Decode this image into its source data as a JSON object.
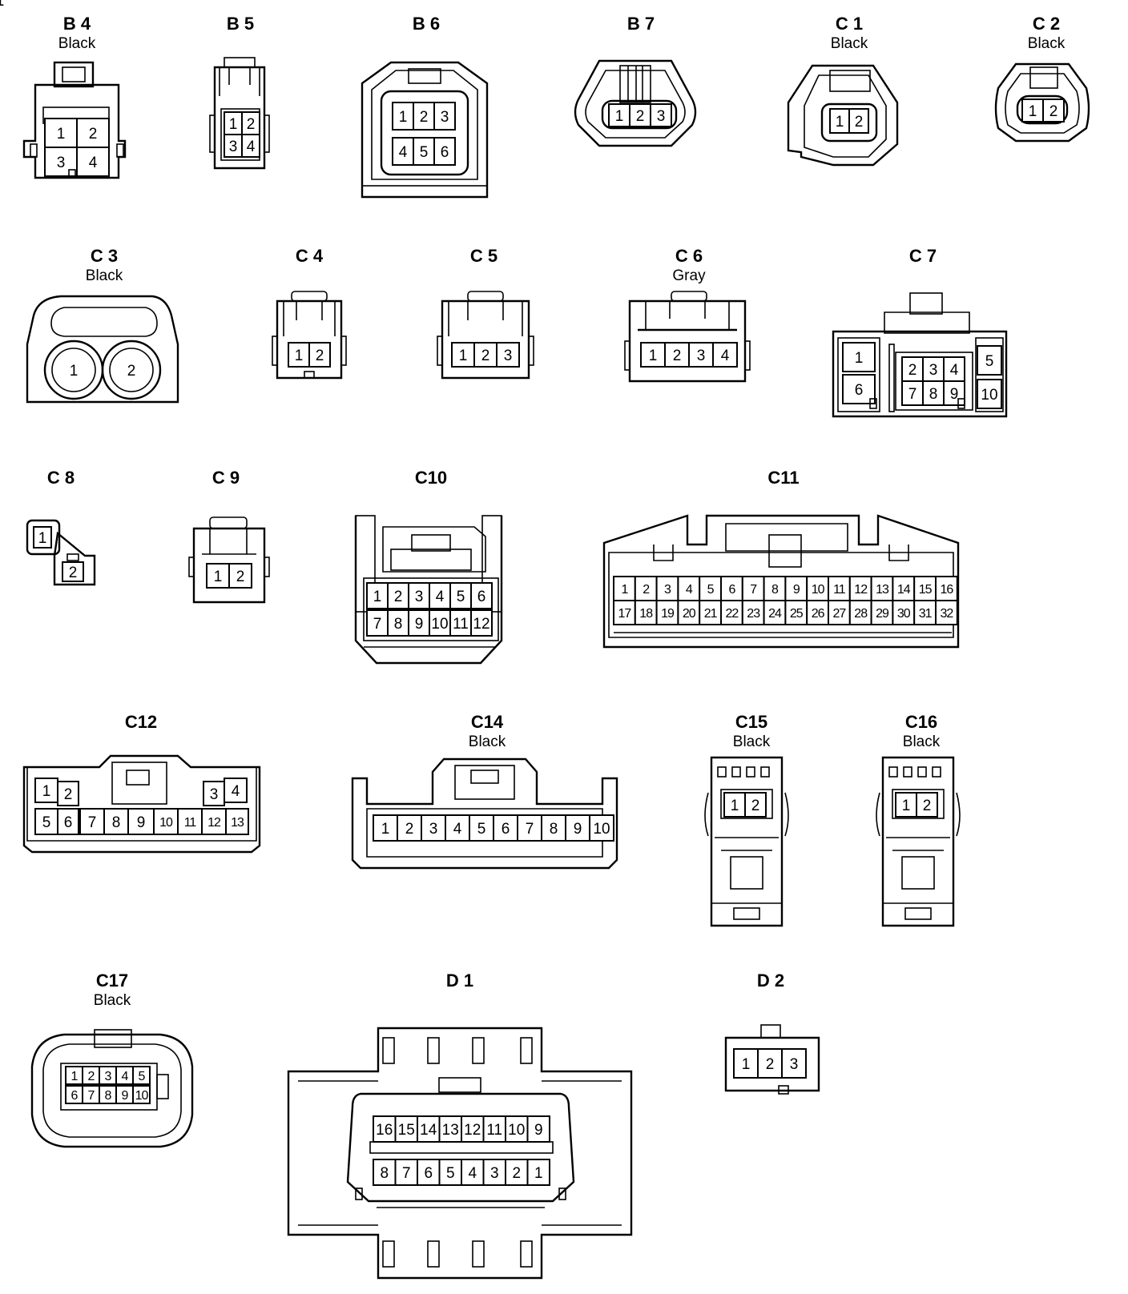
{
  "connectors": [
    {
      "id": "B 4",
      "color": "Black",
      "rows": [
        [
          "1",
          "2"
        ],
        [
          "3",
          "4"
        ]
      ]
    },
    {
      "id": "B 5",
      "color": "",
      "rows": [
        [
          "1",
          "2"
        ],
        [
          "3",
          "4"
        ]
      ]
    },
    {
      "id": "B 6",
      "color": "",
      "rows": [
        [
          "1",
          "2",
          "3"
        ],
        [
          "4",
          "5",
          "6"
        ]
      ]
    },
    {
      "id": "B 7",
      "color": "",
      "rows": [
        [
          "1",
          "2",
          "3"
        ]
      ]
    },
    {
      "id": "C 1",
      "color": "Black",
      "rows": [
        [
          "1",
          "2"
        ]
      ]
    },
    {
      "id": "C 2",
      "color": "Black",
      "rows": [
        [
          "1",
          "2"
        ]
      ]
    },
    {
      "id": "C 3",
      "color": "Black",
      "rows": [
        [
          "1",
          "2"
        ]
      ]
    },
    {
      "id": "C 4",
      "color": "",
      "rows": [
        [
          "1",
          "2"
        ]
      ]
    },
    {
      "id": "C 5",
      "color": "",
      "rows": [
        [
          "1",
          "2",
          "3"
        ]
      ]
    },
    {
      "id": "C 6",
      "color": "Gray",
      "rows": [
        [
          "1",
          "2",
          "3",
          "4"
        ]
      ]
    },
    {
      "id": "C 7",
      "color": "",
      "rows": [
        [
          "1",
          "2",
          "3",
          "4",
          "5"
        ],
        [
          "6",
          "7",
          "8",
          "9",
          "10"
        ]
      ]
    },
    {
      "id": "C 8",
      "color": "",
      "rows": [
        [
          "1",
          "2"
        ]
      ]
    },
    {
      "id": "C 9",
      "color": "",
      "rows": [
        [
          "1",
          "2"
        ]
      ]
    },
    {
      "id": "C10",
      "color": "",
      "rows": [
        [
          "1",
          "2",
          "3",
          "4",
          "5",
          "6"
        ],
        [
          "7",
          "8",
          "9",
          "10",
          "11",
          "12"
        ]
      ]
    },
    {
      "id": "C11",
      "color": "",
      "rows": [
        [
          "1",
          "2",
          "3",
          "4",
          "5",
          "6",
          "7",
          "8",
          "9",
          "10",
          "11",
          "12",
          "13",
          "14",
          "15",
          "16"
        ],
        [
          "17",
          "18",
          "19",
          "20",
          "21",
          "22",
          "23",
          "24",
          "25",
          "26",
          "27",
          "28",
          "29",
          "30",
          "31",
          "32"
        ]
      ]
    },
    {
      "id": "C12",
      "color": "",
      "rows": [
        [
          "1",
          "2",
          "3",
          "4"
        ],
        [
          "5",
          "6",
          "7",
          "8",
          "9",
          "10",
          "11",
          "12",
          "13"
        ]
      ]
    },
    {
      "id": "C14",
      "color": "Black",
      "rows": [
        [
          "1",
          "2",
          "3",
          "4",
          "5",
          "6",
          "7",
          "8",
          "9",
          "10"
        ]
      ]
    },
    {
      "id": "C15",
      "color": "Black",
      "rows": [
        [
          "1",
          "2"
        ]
      ]
    },
    {
      "id": "C16",
      "color": "Black",
      "rows": [
        [
          "1",
          "2"
        ]
      ]
    },
    {
      "id": "C17",
      "color": "Black",
      "rows": [
        [
          "1",
          "2",
          "3",
          "4",
          "5"
        ],
        [
          "6",
          "7",
          "8",
          "9",
          "10"
        ]
      ]
    },
    {
      "id": "D 1",
      "color": "",
      "rows": [
        [
          "16",
          "15",
          "14",
          "13",
          "12",
          "11",
          "10",
          "9"
        ],
        [
          "8",
          "7",
          "6",
          "5",
          "4",
          "3",
          "2",
          "1"
        ]
      ]
    },
    {
      "id": "D 2",
      "color": "",
      "rows": [
        [
          "1",
          "2",
          "3"
        ]
      ]
    }
  ]
}
